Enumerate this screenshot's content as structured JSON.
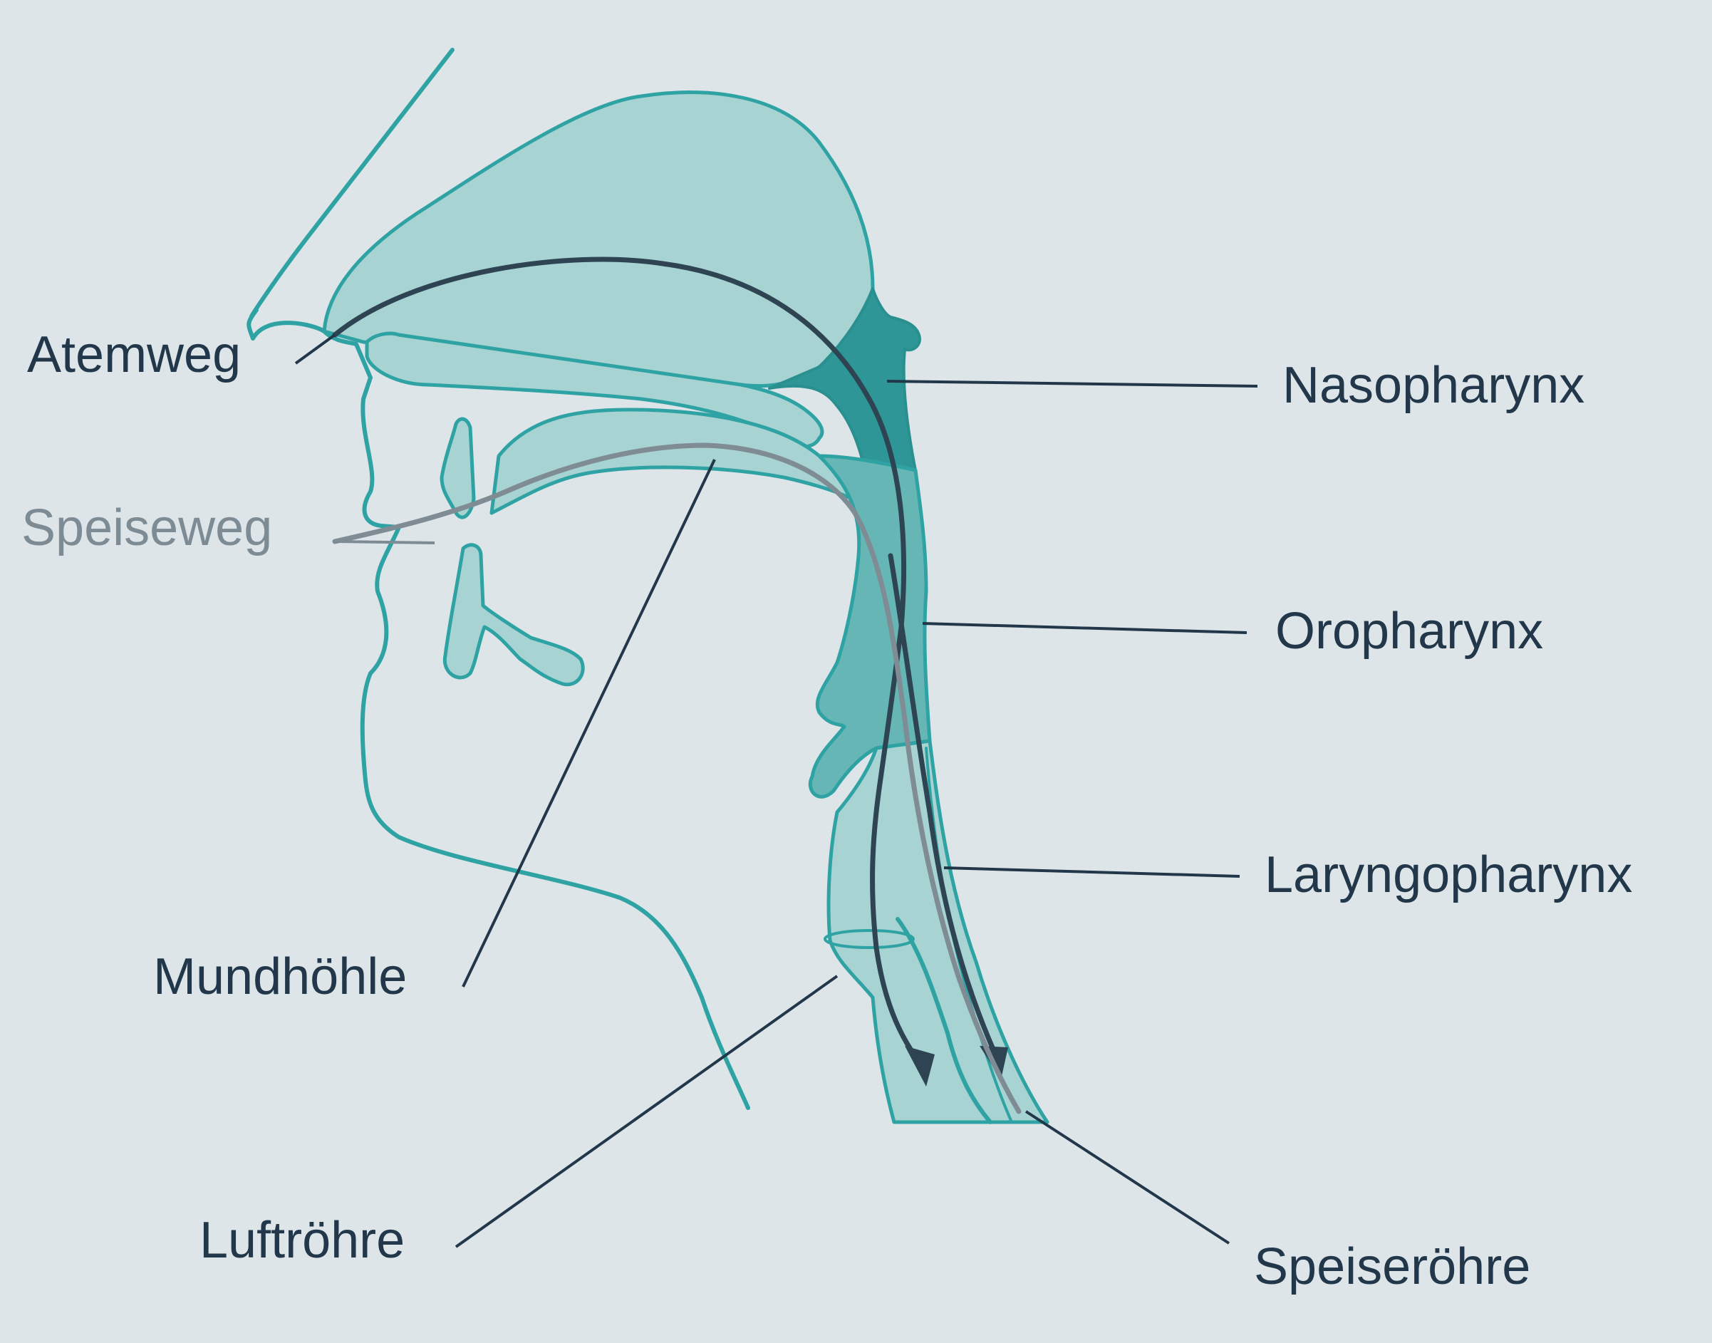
{
  "labels": {
    "atemweg": "Atemweg",
    "speiseweg": "Speiseweg",
    "mundhoehle": "Mundhöhle",
    "luftroehre": "Luftröhre",
    "nasopharynx": "Nasopharynx",
    "oropharynx": "Oropharynx",
    "laryngopharynx": "Laryngopharynx",
    "speiseroehre": "Speiseröhre"
  },
  "colors": {
    "background": "#dde5e9",
    "outline": "#2fa3a3",
    "tissue_light": "#a7d3d3",
    "tissue_mid": "#67b6b6",
    "tissue_dark": "#2e9696",
    "airway_path": "#2e4452",
    "foodway_path": "#7f8c94",
    "label_text": "#22384a",
    "label_text_light": "#7d8b95"
  }
}
